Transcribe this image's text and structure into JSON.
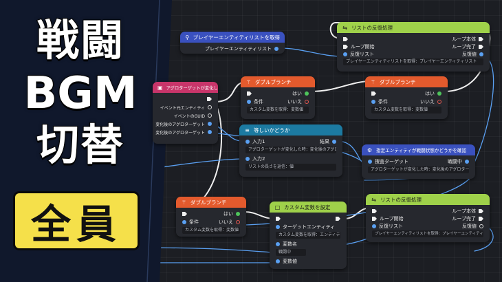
{
  "title": {
    "line1": "戦闘",
    "line2": "BGM",
    "line3": "切替"
  },
  "badge": "全員",
  "colors": {
    "panel": "#10182c",
    "badge": "#f5e04a",
    "accent_blue": "#5aa0f2",
    "exec": "#f0f0f0"
  },
  "nodes": {
    "player_list": {
      "header": "プレイヤーエンティティリストを取得",
      "icon": "magnifier-icon",
      "out": "プレイヤーエンティティリスト"
    },
    "loop_top": {
      "header": "リストの反復処理",
      "icon": "loop-icon",
      "out1": "ループ本体",
      "out2": "ループ完了",
      "in_start": "ループ開始",
      "in_list": "反復リスト",
      "out_value": "反復値",
      "sub": "プレイヤーエンティティリストを取得：プレイヤーエンティティリスト"
    },
    "aggro_event": {
      "header": "アグロターゲットが変化した時",
      "icon": "event-icon",
      "o1": "イベント元エンティティ",
      "o2": "イベントのGUID",
      "o3": "変化後のアグロターゲット",
      "o4": "変化後のアグロターゲット"
    },
    "branch1": {
      "header": "ダブルブランチ",
      "icon": "branch-icon",
      "yes": "はい",
      "cond": "条件",
      "no": "いいえ",
      "sub": "カスタム変数を取得：変数値"
    },
    "branch2": {
      "header": "ダブルブランチ",
      "icon": "branch-icon",
      "yes": "はい",
      "cond": "条件",
      "no": "いいえ",
      "sub": "カスタム変数を取得：変数値"
    },
    "equal": {
      "header": "等しいかどうか",
      "icon": "equal-icon",
      "in1": "入力1",
      "result": "結果",
      "sub1": "アグロターゲットが変化した時：変化後のアグロターゲット",
      "in2": "入力2",
      "sub2": "リストの長さを返信：値"
    },
    "combat_check": {
      "header": "指定エンティティが戦闘状態かどうかを確認",
      "icon": "check-icon",
      "target": "捜査ターゲット",
      "status": "戦闘中",
      "sub": "アグロターゲットが変化した時：変化後のアグロターゲット"
    },
    "branch3": {
      "header": "ダブルブランチ",
      "icon": "branch-icon",
      "yes": "はい",
      "cond": "条件",
      "no": "いいえ",
      "sub": "カスタム変数を取得：変数値"
    },
    "set_var": {
      "header": "カスタム変数を設定",
      "icon": "variable-icon",
      "target": "ターゲットエンティティ",
      "sub1": "カスタム変数を取得：エンティティ",
      "varname": "変数名",
      "sub2": "戦闘中",
      "varval": "変数値"
    },
    "loop_bottom": {
      "header": "リストの反復処理",
      "icon": "loop-icon",
      "out1": "ループ本体",
      "out2": "ループ完了",
      "in_start": "ループ開始",
      "in_list": "反復リスト",
      "out_value": "反復値",
      "sub": "プレイヤーエンティティリストを取得：プレイヤーエンティティリスト"
    }
  }
}
